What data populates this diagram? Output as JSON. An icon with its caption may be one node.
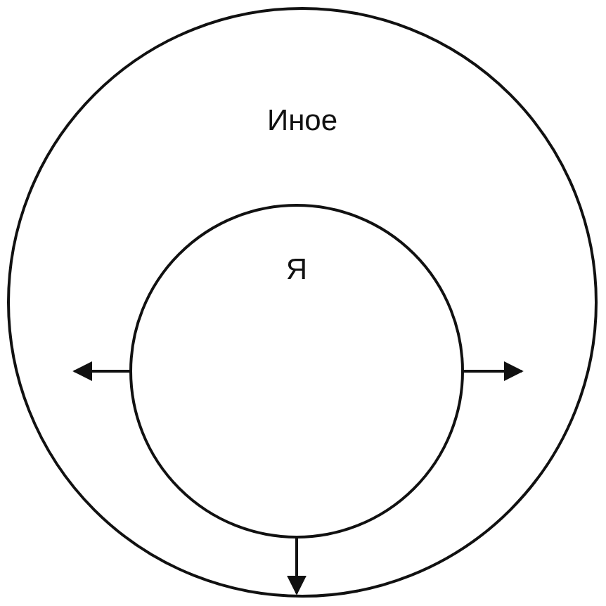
{
  "diagram": {
    "nodes": [
      {
        "text": [
          "Иное"
        ]
      },
      {
        "text": [
          "Я"
        ],
        "in": 0
      }
    ],
    "edges": [
      {
        "from": 1,
        "to": null,
        "arrow": "to"
      },
      {
        "from": 1,
        "to": null,
        "arrow": "to"
      },
      {
        "from": 1,
        "to": null,
        "arrow": "to"
      }
    ]
  }
}
